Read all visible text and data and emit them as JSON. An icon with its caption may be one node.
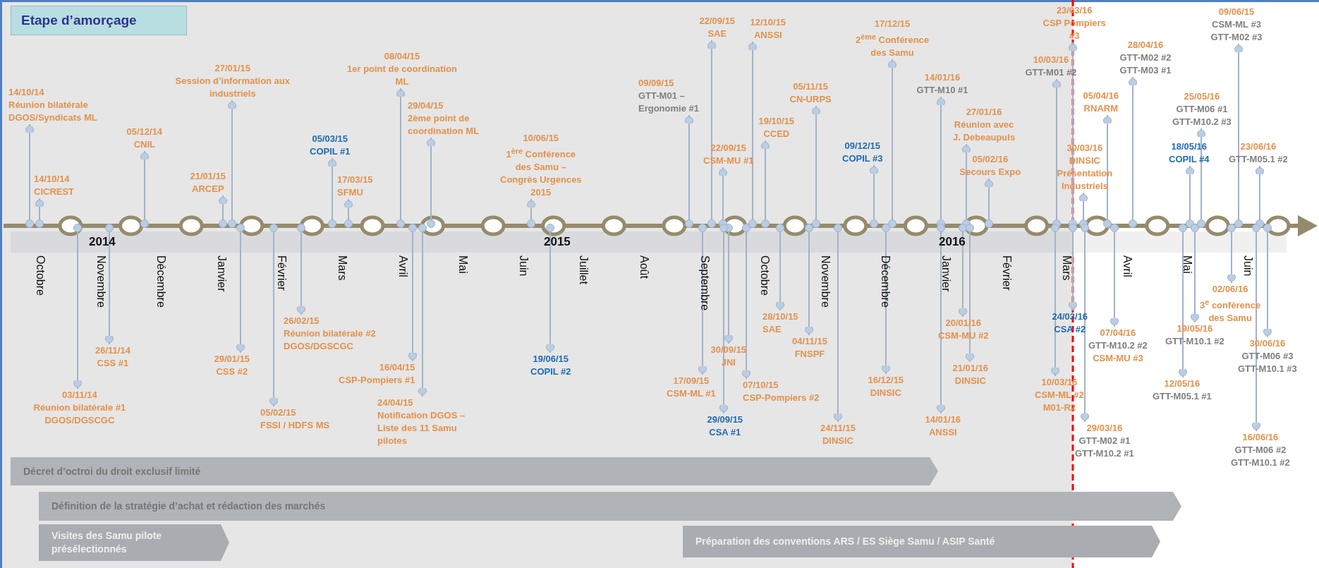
{
  "diagram": {
    "title": "Etape d’amorçage",
    "nodes": [
      {
        "text": [
          "14/10/14",
          "Réunion bilatérale DGOS/Syndicats ML"
        ]
      },
      {
        "text": [
          "14/10/14",
          "CICREST"
        ]
      },
      {
        "text": [
          "05/12/14",
          "CNIL"
        ]
      },
      {
        "text": [
          "27/01/15",
          "Session d’information aux industriels"
        ]
      },
      {
        "text": [
          "21/01/15",
          "ARCEP"
        ]
      },
      {
        "text": [
          "05/03/15",
          "COPIL #1"
        ]
      },
      {
        "text": [
          "17/03/15",
          "SFMU"
        ]
      },
      {
        "text": [
          "08/04/15",
          "1er point de coordination ML"
        ]
      },
      {
        "text": [
          "29/04/15",
          "2ème point de coordination ML"
        ]
      },
      {
        "text": [
          "10/06/15",
          "1$^{ère}$ Conférence des Samu – Congrès Urgences 2015"
        ]
      },
      {
        "text": [
          "09/09/15",
          "GTT-M01 – Ergonomie #1"
        ]
      },
      {
        "text": [
          "22/09/15",
          "SAE"
        ]
      },
      {
        "text": [
          "22/09/15",
          "CSM-MU #1"
        ]
      },
      {
        "text": [
          "12/10/15",
          "ANSSI"
        ]
      },
      {
        "text": [
          "19/10/15",
          "CCED"
        ]
      },
      {
        "text": [
          "05/11/15",
          "CN-URPS"
        ]
      },
      {
        "text": [
          "09/12/15",
          "COPIL #3"
        ]
      },
      {
        "text": [
          "17/12/15",
          "2$^{ème}$ Conférence des Samu"
        ]
      },
      {
        "text": [
          "14/01/16",
          "GTT-M10 #1"
        ]
      },
      {
        "text": [
          "27/01/16",
          "Réunion avec J. Debeaupuls"
        ]
      },
      {
        "text": [
          "05/02/16",
          "Secours Expo"
        ]
      },
      {
        "text": [
          "10/03/16",
          "GTT-M01 #2"
        ]
      },
      {
        "text": [
          "23/03/16",
          "CSP Pompiers #3"
        ]
      },
      {
        "text": [
          "30/03/16",
          "DINSIC Présentation Industriels"
        ]
      },
      {
        "text": [
          "05/04/16",
          "RNARM"
        ]
      },
      {
        "text": [
          "28/04/16",
          "GTT-M02 #2",
          "GTT-M03 #1"
        ]
      },
      {
        "text": [
          "25/05/16",
          "GTT-M06 #1",
          "GTT-M10.2 #3"
        ]
      },
      {
        "text": [
          "18/05/16",
          "COPIL #4"
        ]
      },
      {
        "text": [
          "09/06/15",
          "CSM-ML #3",
          "GTT-M02 #3"
        ]
      },
      {
        "text": [
          "23/06/16",
          "GTT-M05.1 #2"
        ]
      },
      {
        "text": [
          "03/11/14",
          "Réunion bilatérale #1 DGOS/DGSCGC"
        ]
      },
      {
        "text": [
          "26/11/14",
          "CSS #1"
        ]
      },
      {
        "text": [
          "29/01/15",
          "CSS #2"
        ]
      },
      {
        "text": [
          "26/02/15",
          "Réunion bilatérale #2 DGOS/DGSCGC"
        ]
      },
      {
        "text": [
          "05/02/15",
          "FSSI / HDFS MS"
        ]
      },
      {
        "text": [
          "16/04/15",
          "CSP-Pompiers #1"
        ]
      },
      {
        "text": [
          "24/04/15",
          "Notification DGOS – Liste des 11 Samu pilotes"
        ]
      },
      {
        "text": [
          "19/06/15",
          "COPIL #2"
        ]
      },
      {
        "text": [
          "17/09/15",
          "CSM-ML #1"
        ]
      },
      {
        "text": [
          "30/09/15",
          "JNI"
        ]
      },
      {
        "text": [
          "29/09/15",
          "CSA #1"
        ]
      },
      {
        "text": [
          "07/10/15",
          "CSP-Pompiers #2"
        ]
      },
      {
        "text": [
          "28/10/15",
          "SAE"
        ]
      },
      {
        "text": [
          "04/11/15",
          "FNSPF"
        ]
      },
      {
        "text": [
          "24/11/15",
          "DINSIC"
        ]
      },
      {
        "text": [
          "16/12/15",
          "DINSIC"
        ]
      },
      {
        "text": [
          "14/01/16",
          "ANSSI"
        ]
      },
      {
        "text": [
          "20/01/16",
          "CSM-MU #2"
        ]
      },
      {
        "text": [
          "21/01/16",
          "DINSIC"
        ]
      },
      {
        "text": [
          "10/03/16",
          "CSM-ML #2 M01-R2"
        ]
      },
      {
        "text": [
          "24/03/16",
          "CSA #2"
        ]
      },
      {
        "text": [
          "29/03/16",
          "GTT-M02 #1",
          "GTT-M10.2 #1"
        ]
      },
      {
        "text": [
          "07/04/16",
          "GTT-M10.2 #2",
          "CSM-MU #3"
        ]
      },
      {
        "text": [
          "19/05/16",
          "GTT-M10.1 #2"
        ]
      },
      {
        "text": [
          "12/05/16",
          "GTT-M05.1 #1"
        ]
      },
      {
        "text": [
          "02/06/16",
          "3$^{e}$ conférence des Samu"
        ]
      },
      {
        "text": [
          "30/06/16",
          "GTT-M06 #3",
          "GTT-M10.1 #3"
        ]
      },
      {
        "text": [
          "16/06/16",
          "GTT-M06 #2",
          "GTT-M10.1 #2"
        ]
      },
      {
        "text": [
          "Décret d’octroi du droit exclusif limité"
        ]
      },
      {
        "text": [
          "Définition de la stratégie d’achat et rédaction des marchés"
        ]
      },
      {
        "text": [
          "Visites des Samu pilote présélectionnés"
        ]
      },
      {
        "text": [
          "Préparation des conventions ARS / ES Siège Samu / ASIP Santé"
        ]
      },
      {
        "text": [],
        "shape": "arrow"
      }
    ],
    "edges": [
      {
        "from": 0,
        "to": 62,
        "arrow": "other"
      },
      {
        "from": 1,
        "to": 62,
        "arrow": "other"
      },
      {
        "from": 2,
        "to": 62,
        "arrow": "other"
      },
      {
        "from": 3,
        "to": 62,
        "arrow": "other"
      },
      {
        "from": 4,
        "to": 62,
        "arrow": "other"
      },
      {
        "from": 5,
        "to": 62,
        "arrow": "other"
      },
      {
        "from": 6,
        "to": 62,
        "arrow": "other"
      },
      {
        "from": 7,
        "to": 62,
        "arrow": "other"
      },
      {
        "from": 8,
        "to": 62,
        "arrow": "other"
      },
      {
        "from": 9,
        "to": 62,
        "arrow": "other"
      },
      {
        "from": 10,
        "to": 62,
        "arrow": "other"
      },
      {
        "from": 11,
        "to": 62,
        "arrow": "other"
      },
      {
        "from": 12,
        "to": 62,
        "arrow": "other"
      },
      {
        "from": 13,
        "to": 62,
        "arrow": "other"
      },
      {
        "from": 14,
        "to": 62,
        "arrow": "other"
      },
      {
        "from": 15,
        "to": 62,
        "arrow": "other"
      },
      {
        "from": 16,
        "to": 62,
        "arrow": "other"
      },
      {
        "from": 17,
        "to": 62,
        "arrow": "other"
      },
      {
        "from": 18,
        "to": 62,
        "arrow": "other"
      },
      {
        "from": 19,
        "to": 62,
        "arrow": "other"
      },
      {
        "from": 20,
        "to": 62,
        "arrow": "other"
      },
      {
        "from": 21,
        "to": 62,
        "arrow": "other"
      },
      {
        "from": 22,
        "to": 62,
        "arrow": "other"
      },
      {
        "from": 23,
        "to": 62,
        "arrow": "other"
      },
      {
        "from": 24,
        "to": 62,
        "arrow": "other"
      },
      {
        "from": 25,
        "to": 62,
        "arrow": "other"
      },
      {
        "from": 26,
        "to": 62,
        "arrow": "other"
      },
      {
        "from": 27,
        "to": 62,
        "arrow": "other"
      },
      {
        "from": 28,
        "to": 62,
        "arrow": "other"
      },
      {
        "from": 29,
        "to": 62,
        "arrow": "other"
      },
      {
        "from": 30,
        "to": 62,
        "arrow": "other"
      },
      {
        "from": 31,
        "to": 62,
        "arrow": "other"
      },
      {
        "from": 32,
        "to": 62,
        "arrow": "other"
      },
      {
        "from": 33,
        "to": 62,
        "arrow": "other"
      },
      {
        "from": 34,
        "to": 62,
        "arrow": "other"
      },
      {
        "from": 35,
        "to": 62,
        "arrow": "other"
      },
      {
        "from": 36,
        "to": 62,
        "arrow": "other"
      },
      {
        "from": 37,
        "to": 62,
        "arrow": "other"
      },
      {
        "from": 38,
        "to": 62,
        "arrow": "other"
      },
      {
        "from": 39,
        "to": 62,
        "arrow": "other"
      },
      {
        "from": 40,
        "to": 62,
        "arrow": "other"
      },
      {
        "from": 41,
        "to": 62,
        "arrow": "other"
      },
      {
        "from": 42,
        "to": 62,
        "arrow": "other"
      },
      {
        "from": 43,
        "to": 62,
        "arrow": "other"
      },
      {
        "from": 44,
        "to": 62,
        "arrow": "other"
      },
      {
        "from": 45,
        "to": 62,
        "arrow": "other"
      },
      {
        "from": 46,
        "to": 62,
        "arrow": "other"
      },
      {
        "from": 47,
        "to": 62,
        "arrow": "other"
      },
      {
        "from": 48,
        "to": 62,
        "arrow": "other"
      },
      {
        "from": 49,
        "to": 62,
        "arrow": "other"
      },
      {
        "from": 50,
        "to": 62,
        "arrow": "other"
      },
      {
        "from": 51,
        "to": 62,
        "arrow": "other"
      },
      {
        "from": 52,
        "to": 62,
        "arrow": "other"
      },
      {
        "from": 53,
        "to": 62,
        "arrow": "other"
      },
      {
        "from": 54,
        "to": 62,
        "arrow": "other"
      },
      {
        "from": 55,
        "to": 62,
        "arrow": "other"
      },
      {
        "from": 56,
        "to": 62,
        "arrow": "other"
      },
      {
        "from": 57,
        "to": 62,
        "arrow": "other"
      }
    ],
    "labels": [
      "2014",
      "2015",
      "2016",
      "Octobre",
      "Novembre",
      "Décembre",
      "Janvier",
      "Février",
      "Mars",
      "Avril",
      "Mai",
      "Juin",
      "Juillet",
      "Août",
      "Septembre",
      "Octobre",
      "Novembre",
      "Décembre",
      "Janvier",
      "Février",
      "Mars",
      "Avril",
      "Mai",
      "Juin"
    ]
  }
}
